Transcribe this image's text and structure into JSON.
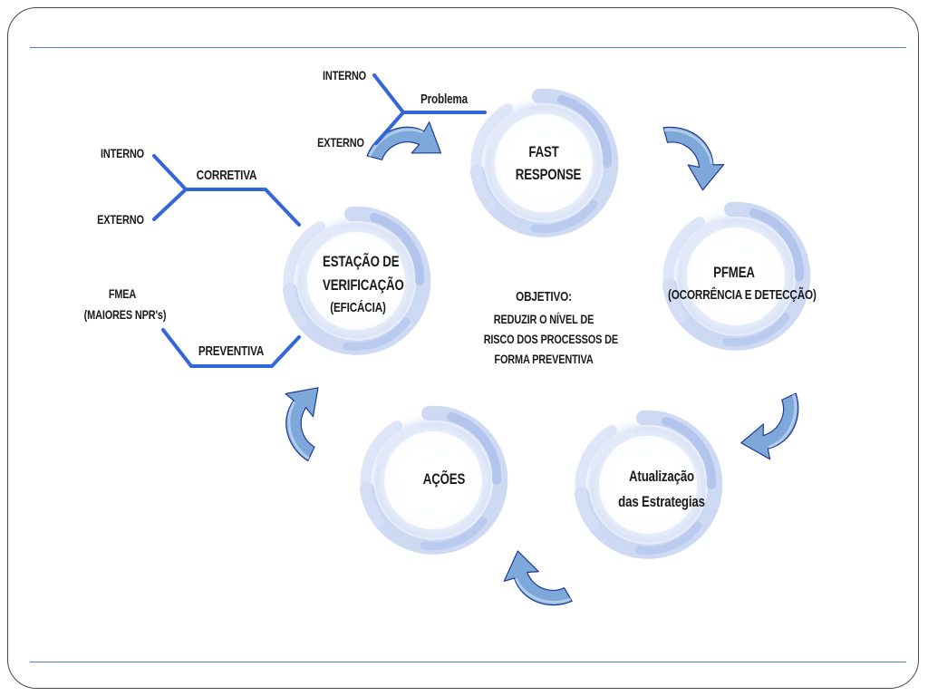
{
  "colors": {
    "line": "#3366dd",
    "arrow_fill": "#7ea7da",
    "arrow_stroke": "#1f3b8f",
    "swirl_light": "#eef2fb",
    "swirl_mid": "#c9d6f2",
    "swirl_dark": "#9fb3e6",
    "rule": "#4f81bd"
  },
  "nodes": {
    "fast_response": {
      "line1": "FAST",
      "line2": "RESPONSE"
    },
    "pfmea": {
      "line1": "PFMEA",
      "line2": "(OCORRÊNCIA E DETECÇÃO)"
    },
    "atualizacao": {
      "line1": "Atualização",
      "line2": "das  Estrategias"
    },
    "acoes": {
      "line1": "AÇÕES"
    },
    "estacao": {
      "line1": "ESTAÇÃO DE",
      "line2": "VERIFICAÇÃO",
      "line3": "(EFICÁCIA)"
    }
  },
  "objective": {
    "title": "OBJETIVO:",
    "line1": "REDUZIR O NÍVEL DE",
    "line2": "RISCO DOS PROCESSOS DE",
    "line3": "FORMA PREVENTIVA"
  },
  "branches": {
    "problema": {
      "label": "Problema",
      "interno": "INTERNO",
      "externo": "EXTERNO"
    },
    "corretiva": {
      "label": "CORRETIVA",
      "interno": "INTERNO",
      "externo": "EXTERNO"
    },
    "preventiva": {
      "label": "PREVENTIVA",
      "source_line1": "FMEA",
      "source_line2": "(MAIORES NPR's)"
    }
  }
}
